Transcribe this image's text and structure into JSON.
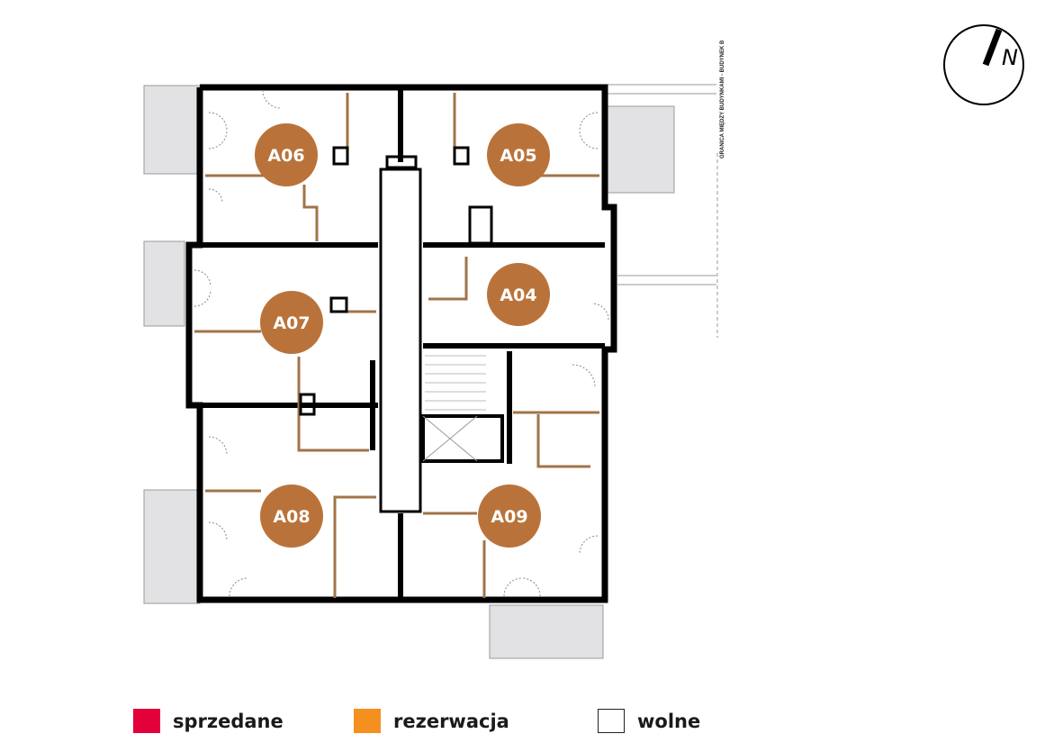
{
  "plan": {
    "border_label": "GRANICA MIĘDZY BUDYNKAMI - BUDYNEK B",
    "compass_label": "N",
    "units": [
      {
        "id": "A06",
        "status": "available"
      },
      {
        "id": "A05",
        "status": "available"
      },
      {
        "id": "A04",
        "status": "available"
      },
      {
        "id": "A07",
        "status": "available"
      },
      {
        "id": "A08",
        "status": "available"
      },
      {
        "id": "A09",
        "status": "available"
      }
    ]
  },
  "legend": {
    "sold": {
      "label": "sprzedane",
      "color": "#e4003a"
    },
    "reserved": {
      "label": "rezerwacja",
      "color": "#f39020"
    },
    "free": {
      "label": "wolne",
      "color": "#ffffff"
    }
  },
  "colors": {
    "unit_marker": "#b9733a",
    "wall": "#000000",
    "partition": "#a0744a",
    "balcony": "#e2e2e4"
  }
}
